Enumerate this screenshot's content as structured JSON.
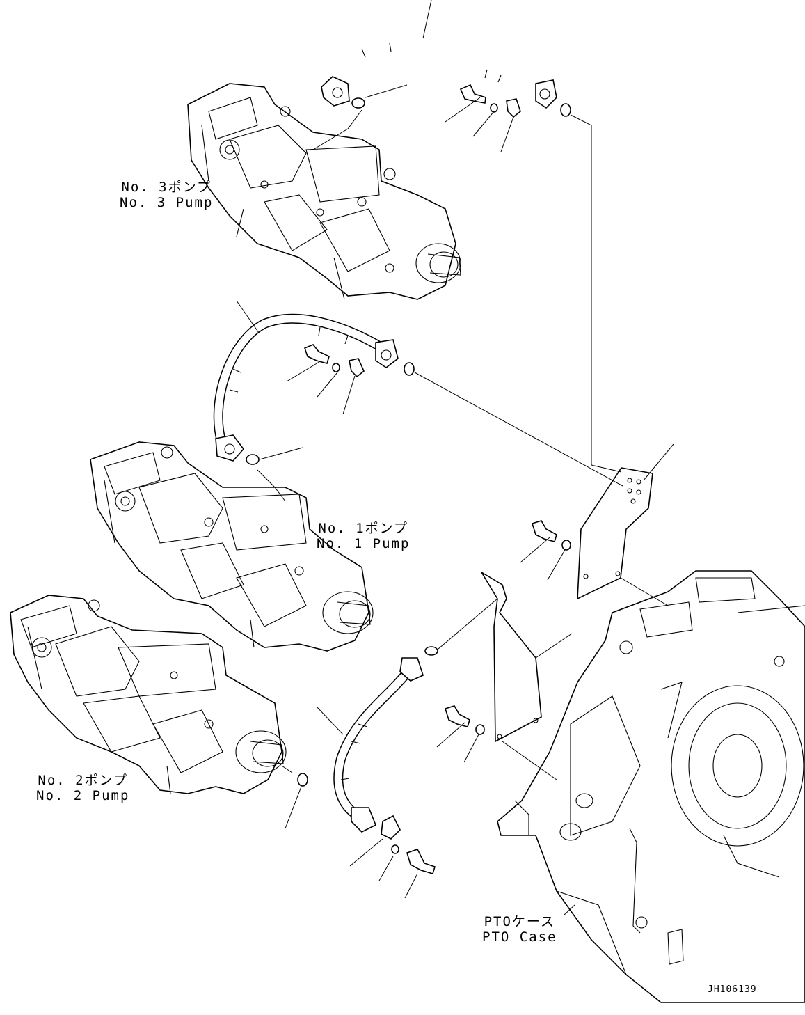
{
  "labels": {
    "pump3_jp": "No. 3ポンプ",
    "pump3_en": "No. 3 Pump",
    "pump1_jp": "No. 1ポンプ",
    "pump1_en": "No. 1 Pump",
    "pump2_jp": "No. 2ポンプ",
    "pump2_en": "No. 2 Pump",
    "pto_jp": "PTOケース",
    "pto_en": "PTO Case"
  },
  "drawing_code": "JH106139"
}
